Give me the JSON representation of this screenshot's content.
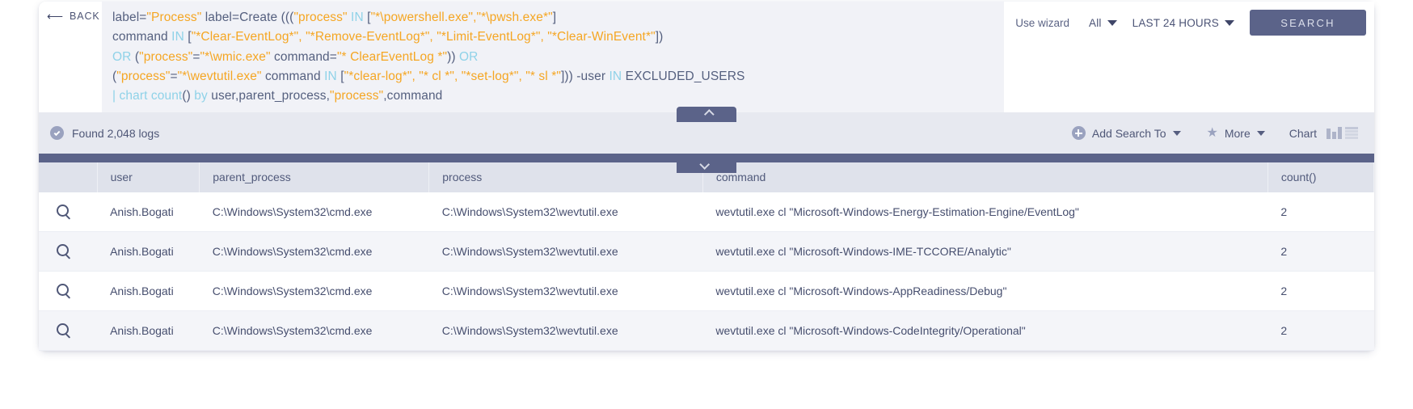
{
  "search_bar": {
    "back_label": "BACK",
    "back_icon": "arrow-left-icon",
    "query_lines": [
      [
        {
          "t": "label=",
          "c": "pl"
        },
        {
          "t": "\"Process\"",
          "c": "or"
        },
        {
          "t": " label=Create (((",
          "c": "pl"
        },
        {
          "t": "\"process\"",
          "c": "or"
        },
        {
          "t": " ",
          "c": "pl"
        },
        {
          "t": "IN",
          "c": "kw"
        },
        {
          "t": " [",
          "c": "pl"
        },
        {
          "t": "\"*\\powershell.exe\",\"*\\pwsh.exe*\"",
          "c": "or"
        },
        {
          "t": "]",
          "c": "pl"
        }
      ],
      [
        {
          "t": "command ",
          "c": "pl"
        },
        {
          "t": "IN",
          "c": "kw"
        },
        {
          "t": " [",
          "c": "pl"
        },
        {
          "t": "\"*Clear-EventLog*\", \"*Remove-EventLog*\", \"*Limit-EventLog*\", \"*Clear-WinEvent*\"",
          "c": "or"
        },
        {
          "t": "])",
          "c": "pl"
        }
      ],
      [
        {
          "t": "OR",
          "c": "kw"
        },
        {
          "t": " (",
          "c": "pl"
        },
        {
          "t": "\"process\"",
          "c": "or"
        },
        {
          "t": "=",
          "c": "pl"
        },
        {
          "t": "\"*\\wmic.exe\"",
          "c": "or"
        },
        {
          "t": " command=",
          "c": "pl"
        },
        {
          "t": "\"* ClearEventLog *\"",
          "c": "or"
        },
        {
          "t": ")) ",
          "c": "pl"
        },
        {
          "t": "OR",
          "c": "kw"
        }
      ],
      [
        {
          "t": "(",
          "c": "pl"
        },
        {
          "t": "\"process\"",
          "c": "or"
        },
        {
          "t": "=",
          "c": "pl"
        },
        {
          "t": "\"*\\wevtutil.exe\"",
          "c": "or"
        },
        {
          "t": " command ",
          "c": "pl"
        },
        {
          "t": "IN",
          "c": "kw"
        },
        {
          "t": " [",
          "c": "pl"
        },
        {
          "t": "\"*clear-log*\", \"* cl *\", \"*set-log*\", \"* sl *\"",
          "c": "or"
        },
        {
          "t": "])) -user ",
          "c": "pl"
        },
        {
          "t": "IN",
          "c": "kw"
        },
        {
          "t": " EXCLUDED_USERS",
          "c": "pl"
        }
      ],
      [
        {
          "t": "| ",
          "c": "kw"
        },
        {
          "t": "chart count",
          "c": "kw"
        },
        {
          "t": "() ",
          "c": "pl"
        },
        {
          "t": "by",
          "c": "kw"
        },
        {
          "t": " user,parent_process,",
          "c": "pl"
        },
        {
          "t": "\"process\"",
          "c": "or"
        },
        {
          "t": ",command",
          "c": "pl"
        }
      ]
    ],
    "use_wizard_label": "Use wizard",
    "scope_filter": "All",
    "time_range": "LAST 24 HOURS",
    "search_button": "SEARCH"
  },
  "collapse_tabs": {
    "up_icon": "chevron-up-icon",
    "down_icon": "chevron-down-icon"
  },
  "results_toolbar": {
    "status_icon": "check-circle-icon",
    "found_text": "Found 2,048 logs",
    "add_search_to": "Add Search To",
    "add_search_icon": "plus-circle-icon",
    "more_label": "More",
    "more_icon": "star-icon",
    "chart_label": "Chart",
    "bar_view_icon": "bar-chart-icon",
    "table_view_icon": "table-view-icon"
  },
  "results_table": {
    "columns": [
      "",
      "user",
      "parent_process",
      "process",
      "command",
      "count()"
    ],
    "row_icon": "search-magnifier-icon",
    "rows": [
      {
        "user": "Anish.Bogati",
        "parent_process": "C:\\Windows\\System32\\cmd.exe",
        "process": "C:\\Windows\\System32\\wevtutil.exe",
        "command": "wevtutil.exe cl \"Microsoft-Windows-Energy-Estimation-Engine/EventLog\"",
        "count": "2"
      },
      {
        "user": "Anish.Bogati",
        "parent_process": "C:\\Windows\\System32\\cmd.exe",
        "process": "C:\\Windows\\System32\\wevtutil.exe",
        "command": "wevtutil.exe cl \"Microsoft-Windows-IME-TCCORE/Analytic\"",
        "count": "2"
      },
      {
        "user": "Anish.Bogati",
        "parent_process": "C:\\Windows\\System32\\cmd.exe",
        "process": "C:\\Windows\\System32\\wevtutil.exe",
        "command": "wevtutil.exe cl \"Microsoft-Windows-AppReadiness/Debug\"",
        "count": "2"
      },
      {
        "user": "Anish.Bogati",
        "parent_process": "C:\\Windows\\System32\\cmd.exe",
        "process": "C:\\Windows\\System32\\wevtutil.exe",
        "command": "wevtutil.exe cl \"Microsoft-Windows-CodeIntegrity/Operational\"",
        "count": "2"
      }
    ]
  },
  "colors": {
    "accent_slate": "#5b6389",
    "string_orange": "#f5a623",
    "keyword_cyan": "#8fd2e8",
    "toolbar_bg": "#e7e9f0",
    "header_bg": "#dfe2eb"
  }
}
